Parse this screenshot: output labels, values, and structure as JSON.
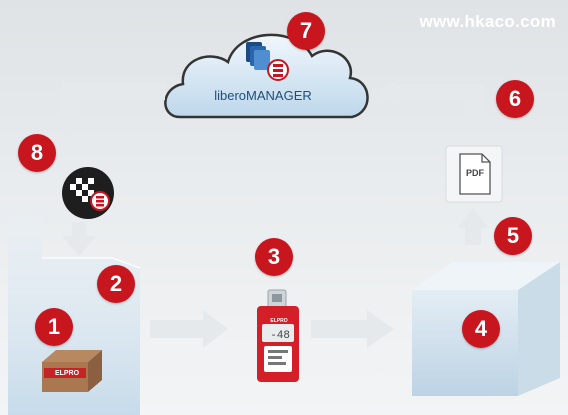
{
  "watermark": "www.hkaco.com",
  "cloud": {
    "label": "liberoMANAGER"
  },
  "pdf": {
    "label": "PDF"
  },
  "box": {
    "label": "ELPRO"
  },
  "device": {
    "brand": "ELPRO"
  },
  "badges": [
    "1",
    "2",
    "3",
    "4",
    "5",
    "6",
    "7",
    "8"
  ],
  "colors": {
    "badge_red": "#c8161e",
    "cloud_blue": "#cfe3f2",
    "arrow_gray": "#e8eaec",
    "label_blue": "#1f4e79"
  }
}
